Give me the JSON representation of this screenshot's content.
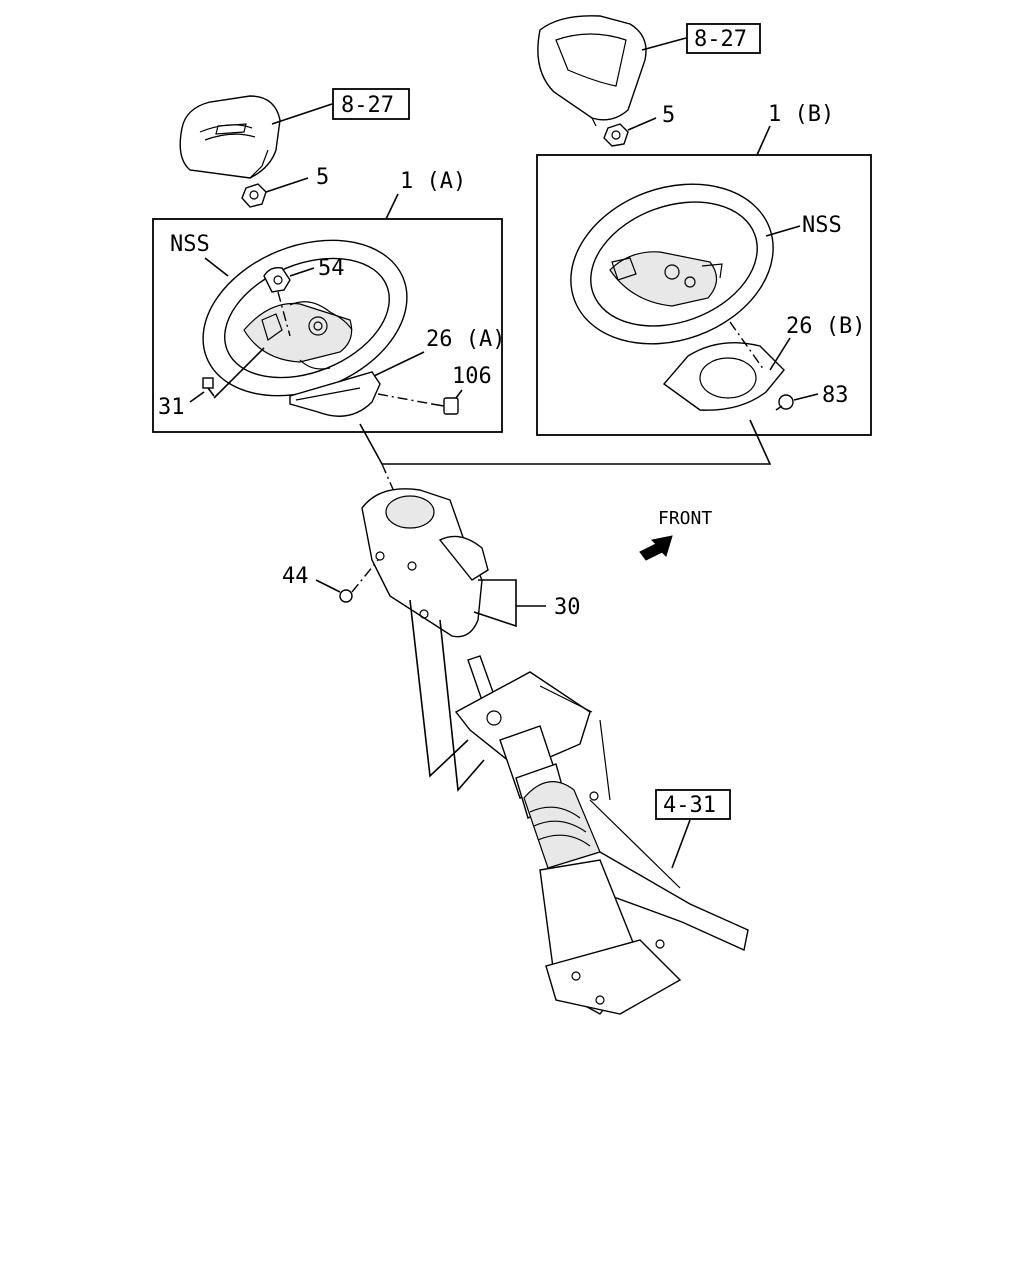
{
  "references": {
    "ref_horn_a": "8-27",
    "ref_horn_b": "8-27",
    "ref_column": "4-31"
  },
  "callouts": {
    "nut_a": "5",
    "nut_b": "5",
    "wheel_a": "1 (A)",
    "wheel_b": "1 (B)",
    "nss_a": "NSS",
    "nss_b": "NSS",
    "part_54": "54",
    "cover_a": "26 (A)",
    "cover_b": "26 (B)",
    "screw_106": "106",
    "screw_31": "31",
    "screw_83": "83",
    "screw_44": "44",
    "column_cover": "30"
  },
  "direction": {
    "front_label": "FRONT"
  }
}
